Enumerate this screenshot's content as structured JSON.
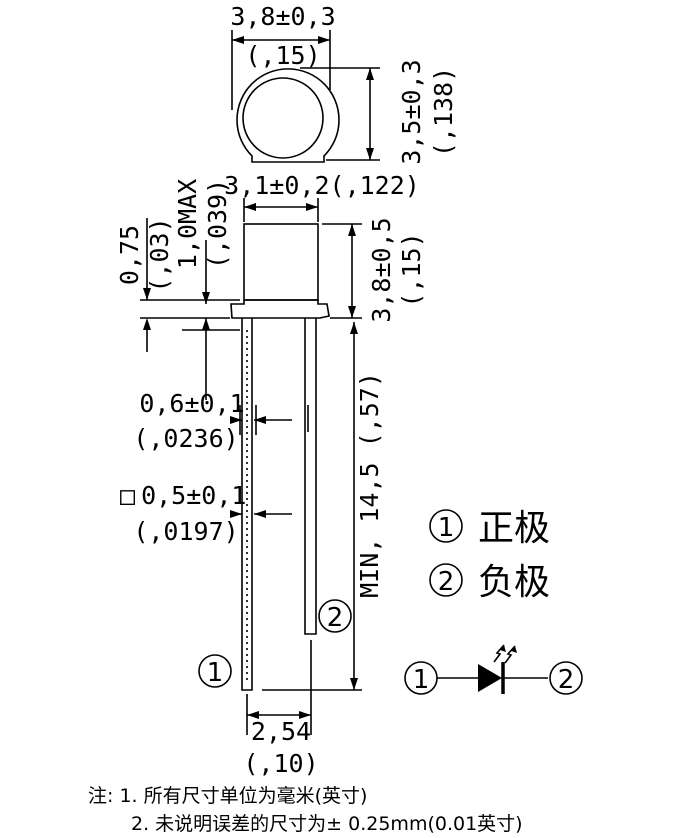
{
  "top_view": {
    "width_mm": "3,8±0,3",
    "width_in": "(,15)",
    "depth_mm": "3,5±0,3",
    "depth_in": "(,138)"
  },
  "body": {
    "width_mm": "3,1±0,2",
    "width_in": "(,122)",
    "height_mm": "3,8±0,5",
    "height_in": "(,15)"
  },
  "flange": {
    "height_mm": "0,75",
    "height_in": "(,03)",
    "max_mm": "1,0MAX",
    "max_in": "(,039)"
  },
  "lead_wide": {
    "mm": "0,6±0,1",
    "in": "(,0236)"
  },
  "lead_square": {
    "symbol": "□",
    "mm": "0,5±0,1",
    "in": "(,0197)"
  },
  "lead_length": {
    "text": "MIN, 14,5 (,57)"
  },
  "lead_spacing": {
    "mm": "2,54",
    "in": "(,10)"
  },
  "pins": {
    "anode_num": "1",
    "cathode_num": "2"
  },
  "legend": {
    "item1_num": "1",
    "item1_label": "正极",
    "item2_num": "2",
    "item2_label": "负极"
  },
  "symbol": {
    "left_num": "1",
    "right_num": "2"
  },
  "notes": {
    "line1": "注: 1. 所有尺寸单位为毫米(英寸)",
    "line2": "2. 未说明误差的尺寸为± 0.25mm(0.01英寸)"
  }
}
